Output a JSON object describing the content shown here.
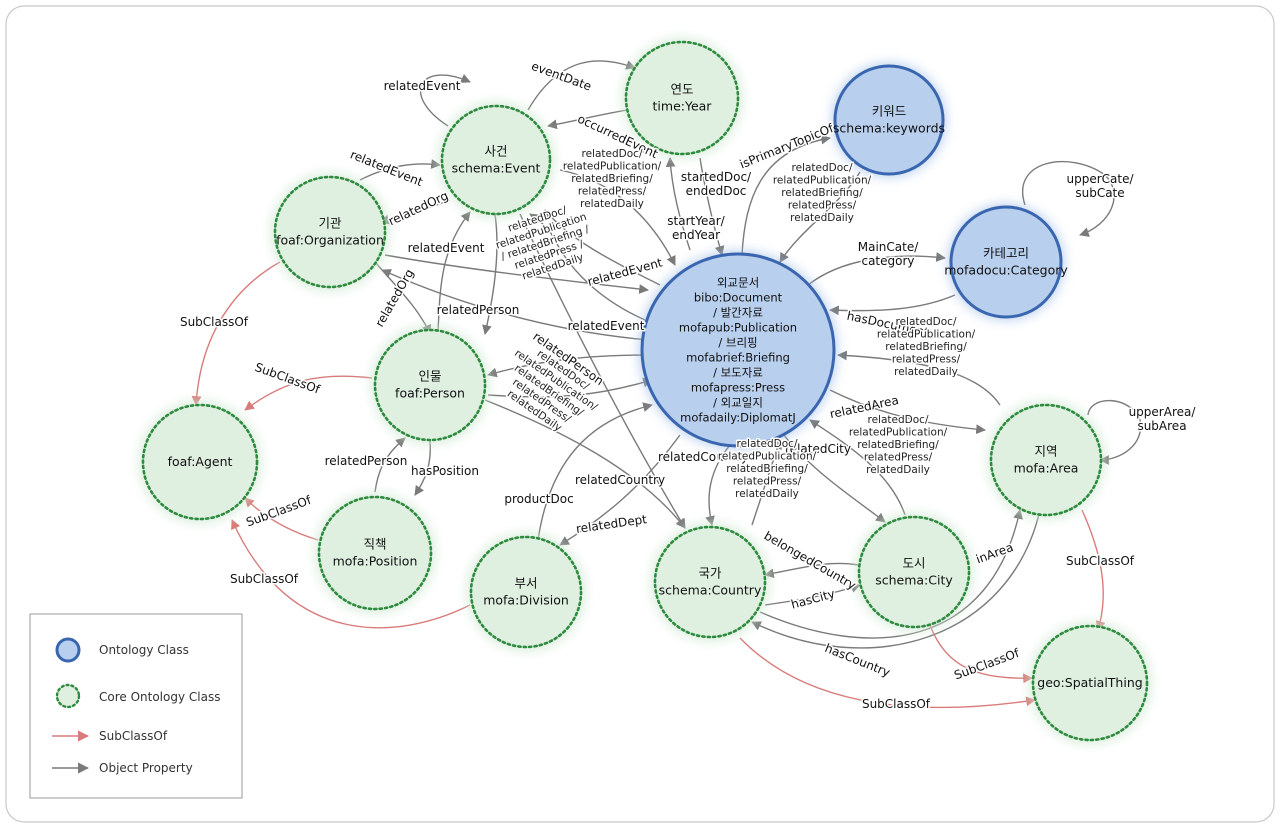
{
  "nodes": {
    "event": {
      "kind": "core",
      "lines": [
        "사건",
        "schema:Event"
      ]
    },
    "year": {
      "kind": "core",
      "lines": [
        "연도",
        "time:Year"
      ]
    },
    "keywords": {
      "kind": "onto",
      "lines": [
        "키워드",
        "schema:keywords"
      ]
    },
    "category": {
      "kind": "onto",
      "lines": [
        "카테고리",
        "mofadocu:Category"
      ]
    },
    "org": {
      "kind": "core",
      "lines": [
        "기관",
        "foaf:Organization"
      ]
    },
    "document": {
      "kind": "onto",
      "lines": [
        "외교문서",
        "bibo:Document",
        "/ 발간자료",
        "mofapub:Publication",
        "/ 브리핑",
        "mofabrief:Briefing",
        "/ 보도자료",
        "mofapress:Press",
        "/ 외교일지",
        "mofadaily:DiplomatJ"
      ]
    },
    "person": {
      "kind": "core",
      "lines": [
        "인물",
        "foaf:Person"
      ]
    },
    "agent": {
      "kind": "core",
      "lines": [
        "foaf:Agent"
      ]
    },
    "position": {
      "kind": "core",
      "lines": [
        "직책",
        "mofa:Position"
      ]
    },
    "division": {
      "kind": "core",
      "lines": [
        "부서",
        "mofa:Division"
      ]
    },
    "country": {
      "kind": "core",
      "lines": [
        "국가",
        "schema:Country"
      ]
    },
    "city": {
      "kind": "core",
      "lines": [
        "도시",
        "schema:City"
      ]
    },
    "area": {
      "kind": "core",
      "lines": [
        "지역",
        "mofa:Area"
      ]
    },
    "spatial": {
      "kind": "core",
      "lines": [
        "geo:SpatialThing"
      ]
    }
  },
  "edge_labels": {
    "relatedEvent_self": "relatedEvent",
    "eventDate": "eventDate",
    "occurredEvent": "occurredEvent",
    "relatedEvent_org": "relatedEvent",
    "relatedOrg_event": "relatedOrg",
    "relatedEvent_person": "relatedEvent",
    "relatedOrg_person": "relatedOrg",
    "relatedPerson_event": "relatedPerson",
    "relatedEvent_doc": "relatedEvent",
    "relatedEvent_doc2": "relatedEvent",
    "relatedPerson_doc": "relatedPerson",
    "isPrimaryTopicOf": "isPrimaryTopicOf",
    "startedDoc": "startedDoc/\nendedDoc",
    "startYear": "startYear/\nendYear",
    "mainCate": "MainCate/\ncategory",
    "hasDocument": "hasDocument",
    "upperCate": "upperCate/\nsubCate",
    "relatedArea": "relatedArea",
    "upperArea": "upperArea/\nsubArea",
    "relatedCity": "relatedCity",
    "relatedCountry": "relatedCountry",
    "relatedCountry2": "relatedCountry",
    "productDoc": "productDoc",
    "relatedDept": "relatedDept",
    "belongedCountry": "belongedCountry",
    "hasCity": "hasCity",
    "inArea": "inArea",
    "hasCountry": "hasCountry",
    "relatedPerson_pos": "relatedPerson",
    "hasPosition": "hasPosition",
    "sub_org": "SubClassOf",
    "sub_person": "SubClassOf",
    "sub_position": "SubClassOf",
    "sub_division": "SubClassOf",
    "sub_area": "SubClassOf",
    "sub_city": "SubClassOf",
    "sub_country": "SubClassOf",
    "multi_event": "relatedDoc/\nrelatedPublication/\nrelatedBriefing/\nrelatedPress/\nrelatedDaily",
    "multi_org": "relatedDoc/\nrelatedPublication\n/ relatedBriefing /\nrelatedPress /\nrelatedDaily",
    "multi_keywords": "relatedDoc/\nrelatedPublication/\nrelatedBriefing/\nrelatedPress/\nrelatedDaily",
    "multi_area": "relatedDoc/\nrelatedPublication/\nrelatedBriefing/\nrelatedPress/\nrelatedDaily",
    "multi_person": "relatedDoc/\nrelatedPublication/\nrelatedBriefing/\nrelatedPress/\nrelatedDaily",
    "multi_city": "relatedDoc/\nrelatedPublication/\nrelatedBriefing/\nrelatedPress/\nrelatedDaily",
    "multi_country": "relatedDoc/\nrelatedPublication/\nrelatedBriefing/\nrelatedPress/\nrelatedDaily"
  },
  "legend": {
    "ontology_class": "Ontology Class",
    "core_class": "Core Ontology Class",
    "subclassof": "SubClassOf",
    "object_property": "Object Property"
  },
  "colors": {
    "core_fill": "#dff0e1",
    "core_stroke": "#2e8b3e",
    "onto_fill": "#b8cfee",
    "onto_stroke": "#3a66b0",
    "subclass": "#d97b7b",
    "property": "#7a7a7a"
  }
}
